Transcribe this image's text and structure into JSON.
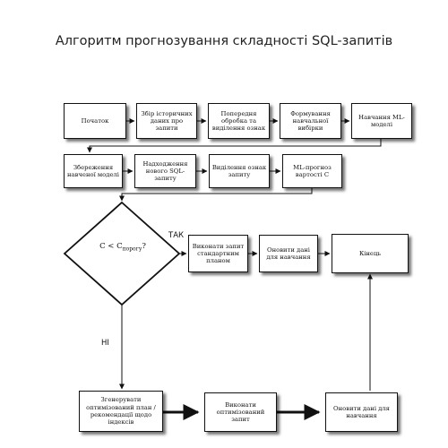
{
  "title": "Алгоритм прогнозування складності SQL-запитів",
  "nodes": {
    "start": "Початок",
    "collect": "Збір історичних даних про запити",
    "preprocess": "Попередня обробка та виділення ознак",
    "form_sample": "Формування навчальної вибірки",
    "train": "Навчання ML-моделі",
    "save_model": "Збереження навченої моделі",
    "new_query": "Надходження нового SQL-запиту",
    "extract_features": "Виділення ознак запиту",
    "predict": "ML-прогноз вартості C",
    "execute_std": "Виконати запит стандартним планом",
    "update_train_1": "Оновити дані для навчання",
    "end": "Кінець",
    "generate_plan": "Згенерувати оптимізований план / рекомендації щодо індексів",
    "execute_opt": "Виконати оптимізований запит",
    "update_train_2": "Оновити дані для навчання"
  },
  "decision": {
    "prefix": "C < C",
    "subscript": "порогу",
    "suffix": "?"
  },
  "labels": {
    "yes": "ТАК",
    "no": "НІ"
  }
}
